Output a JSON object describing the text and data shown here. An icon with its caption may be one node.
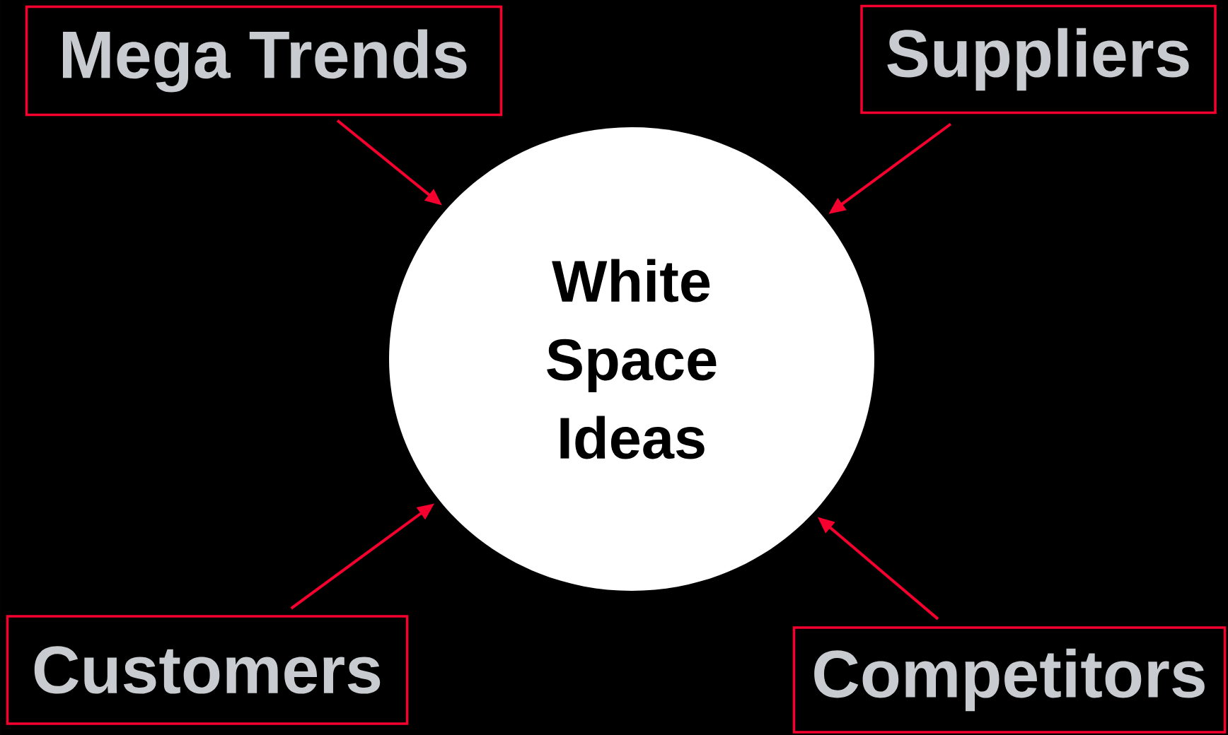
{
  "diagram": {
    "nodes": [
      {
        "text": [
          "Mega Trends"
        ]
      },
      {
        "text": [
          "Suppliers"
        ]
      },
      {
        "text": [
          "Customers"
        ]
      },
      {
        "text": [
          "Competitors"
        ]
      },
      {
        "text": [
          "White Space Ideas"
        ]
      }
    ],
    "edges": [
      {
        "from": 0,
        "to": 4,
        "arrow": "to"
      },
      {
        "from": 1,
        "to": 4,
        "arrow": "to"
      },
      {
        "from": 2,
        "to": 4,
        "arrow": "to"
      },
      {
        "from": 3,
        "to": 4,
        "arrow": "to"
      }
    ]
  }
}
